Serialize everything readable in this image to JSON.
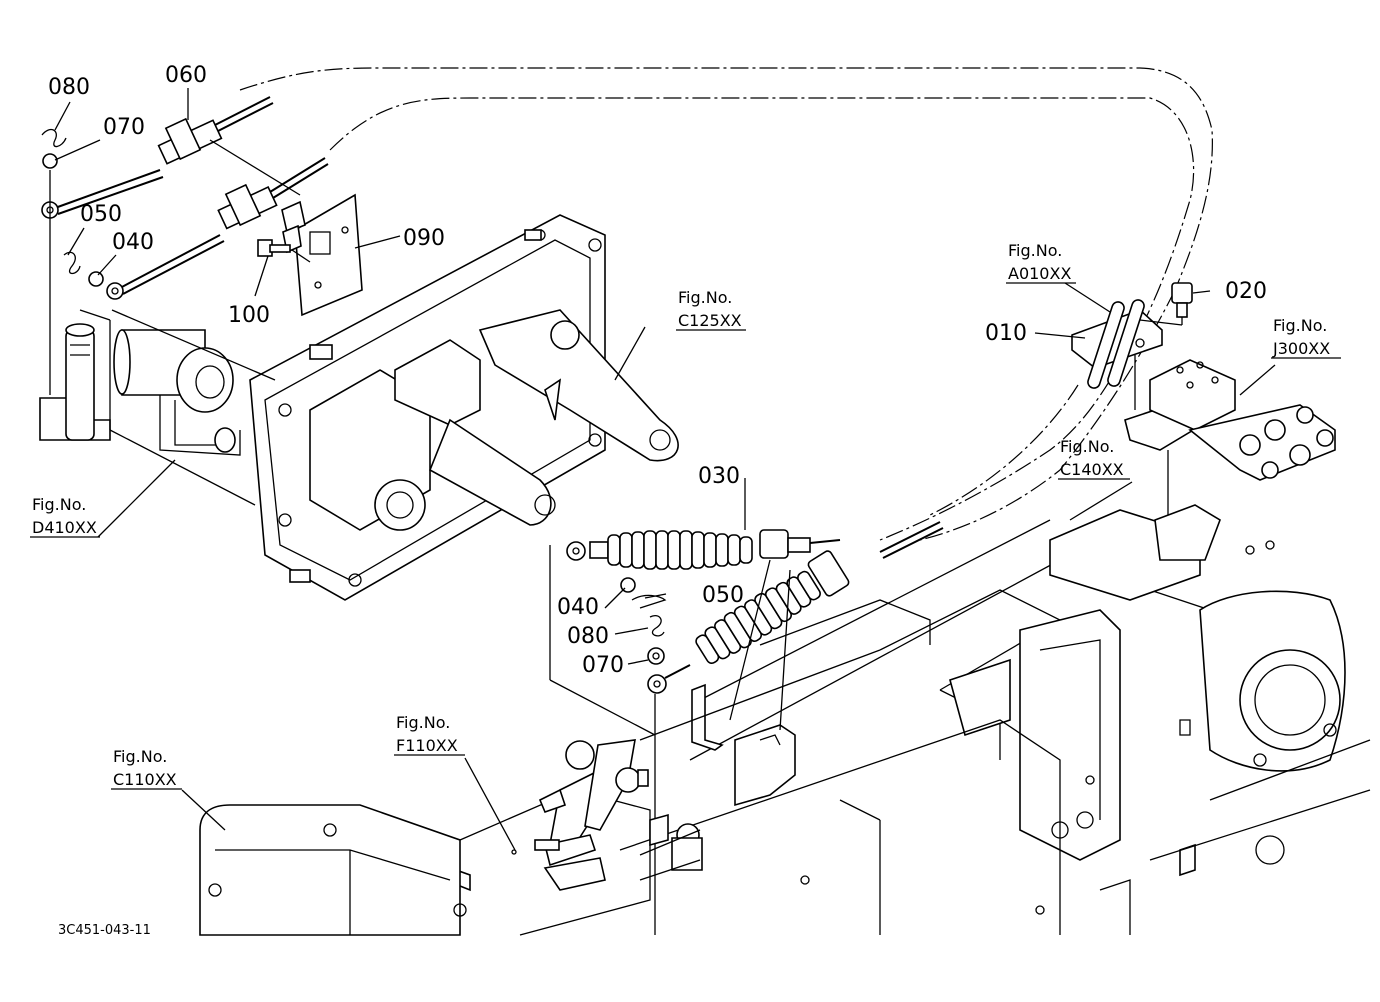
{
  "parts": [
    {
      "id": "p080a",
      "number": "080"
    },
    {
      "id": "p060",
      "number": "060"
    },
    {
      "id": "p070a",
      "number": "070"
    },
    {
      "id": "p050a",
      "number": "050"
    },
    {
      "id": "p040a",
      "number": "040"
    },
    {
      "id": "p090",
      "number": "090"
    },
    {
      "id": "p100",
      "number": "100"
    },
    {
      "id": "p030",
      "number": "030"
    },
    {
      "id": "p040b",
      "number": "040"
    },
    {
      "id": "p050b",
      "number": "050"
    },
    {
      "id": "p080b",
      "number": "080"
    },
    {
      "id": "p070b",
      "number": "070"
    },
    {
      "id": "p010",
      "number": "010"
    },
    {
      "id": "p020",
      "number": "020"
    }
  ],
  "figures": [
    {
      "id": "fd410",
      "label": "Fig.No.",
      "code": "D410XX"
    },
    {
      "id": "fc125",
      "label": "Fig.No.",
      "code": "C125XX"
    },
    {
      "id": "fa010",
      "label": "Fig.No.",
      "code": "A010XX"
    },
    {
      "id": "fj300",
      "label": "Fig.No.",
      "code": "J300XX"
    },
    {
      "id": "fc140",
      "label": "Fig.No.",
      "code": "C140XX"
    },
    {
      "id": "ff110",
      "label": "Fig.No.",
      "code": "F110XX"
    },
    {
      "id": "fc110",
      "label": "Fig.No.",
      "code": "C110XX"
    }
  ],
  "diagram_code": "3C451-043-11"
}
